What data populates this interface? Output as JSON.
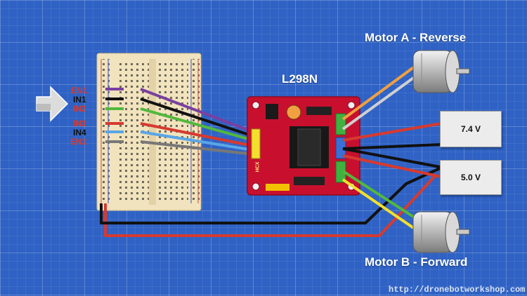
{
  "board_label": "L298N",
  "motor_a_label": "Motor A - Reverse",
  "motor_b_label": "Motor B - Forward",
  "pins": {
    "en1": "EN1",
    "in1": "IN1",
    "in2": "IN2",
    "in3": "IN3",
    "in4": "IN4",
    "en2": "EN2"
  },
  "supply_high_label": "7.4 V",
  "supply_low_label": "5.0 V",
  "board_side_text": "HCX",
  "website": "http://dronebotworkshop.com",
  "colors": {
    "background": "#2f62c4",
    "pcb": "#c8102e",
    "wire_red": "#d63a2f",
    "wire_black": "#111111",
    "wire_purple": "#7a3fa0",
    "wire_green": "#52b83d",
    "wire_blue": "#5aa6e6",
    "wire_gray": "#777777",
    "wire_orange": "#f0a040",
    "wire_yellow": "#f2e02c"
  },
  "icons": [
    "arrow-right-icon",
    "dc-motor-icon"
  ]
}
